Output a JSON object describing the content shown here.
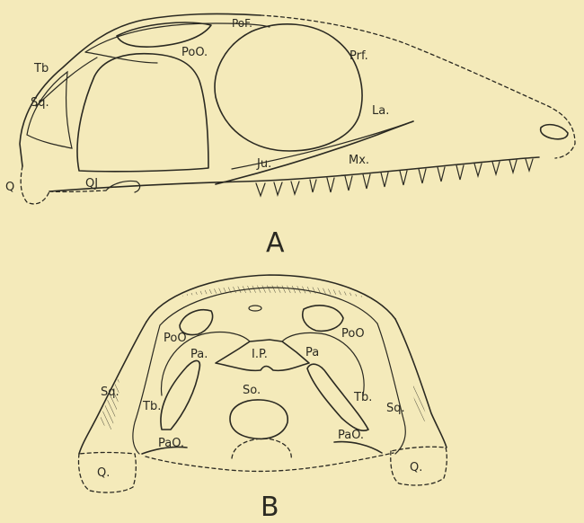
{
  "figure_a": {
    "panel_label": "A",
    "labels": {
      "pof": "PoF.",
      "poo": "PoO.",
      "prf": "Prf.",
      "tb": "Tb",
      "sq": "Sq.",
      "la": "La.",
      "ju": "Ju.",
      "mx": "Mx.",
      "q": "Q",
      "qj": "QJ"
    }
  },
  "figure_b": {
    "panel_label": "B",
    "labels": {
      "poo_left": "PoO",
      "poo_right": "PoO",
      "pa_left": "Pa.",
      "ip": "I.P.",
      "pa_right": "Pa",
      "so": "So.",
      "tb_left": "Tb.",
      "tb_right": "Tb.",
      "sq_left": "Sq.",
      "sq_right": "Sq.",
      "pao_left": "PaO.",
      "pao_right": "PaO.",
      "q_left": "Q.",
      "q_right": "Q."
    }
  }
}
